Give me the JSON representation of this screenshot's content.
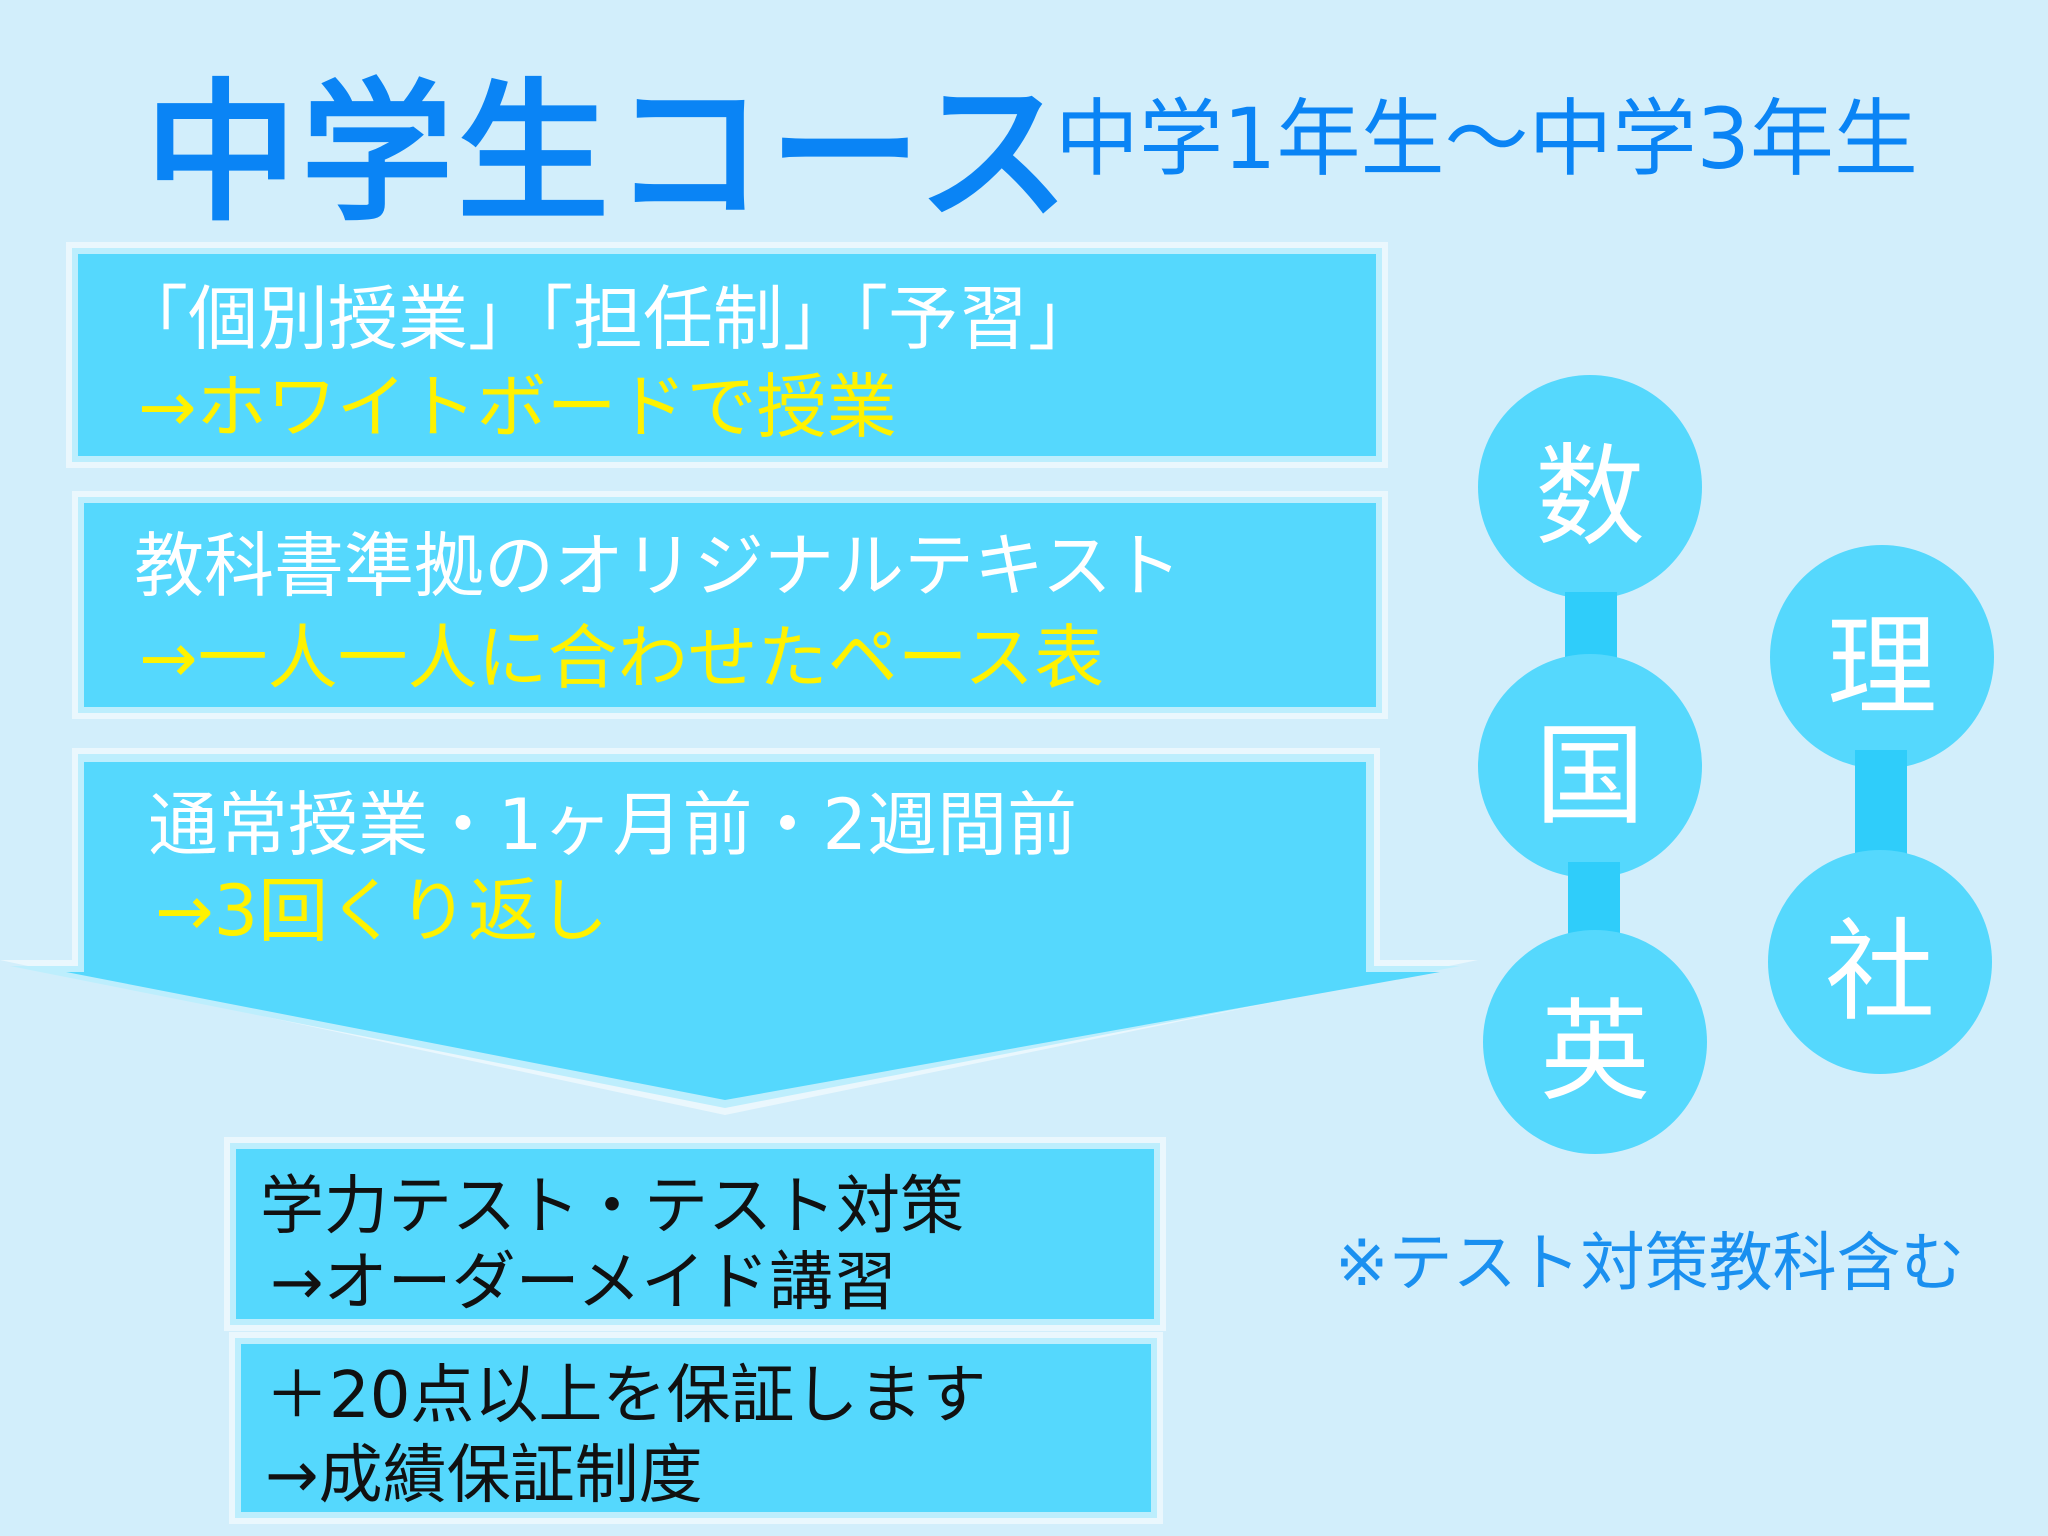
{
  "header": {
    "title": "中学生コース",
    "subtitle": "中学1年生〜中学3年生"
  },
  "boxes": [
    {
      "line1": "「個別授業」「担任制」「予習」",
      "line2": "→ホワイトボードで授業"
    },
    {
      "line1": "教科書準拠のオリジナルテキスト",
      "line2": "→一人一人に合わせたペース表"
    },
    {
      "line1": "通常授業・1ヶ月前・2週間前",
      "line2": "→3回くり返し"
    },
    {
      "line1": "学力テスト・テスト対策",
      "line2": "→オーダーメイド講習"
    },
    {
      "line1": "＋20点以上を保証します",
      "line2": "→成績保証制度"
    }
  ],
  "subjects": {
    "math": "数",
    "japanese": "国",
    "english": "英",
    "science": "理",
    "social": "社"
  },
  "note": "※テスト対策教科含む",
  "colors": {
    "title": "#0a84f5",
    "box": "#55d8fd",
    "highlight": "#fff200",
    "background": "#d2eefb"
  }
}
